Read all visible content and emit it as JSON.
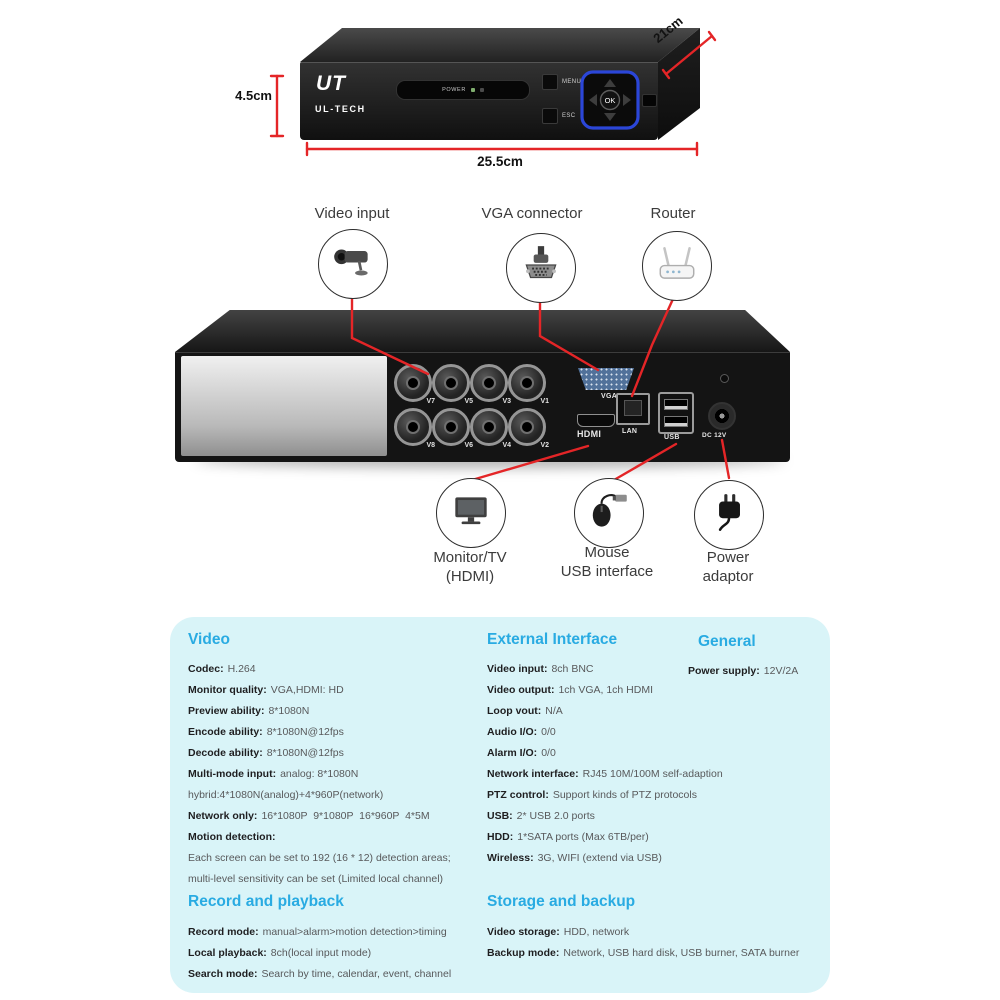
{
  "colors": {
    "accent_blue": "#29abe2",
    "annotation_red": "#e42527",
    "panel_background": "#d9f4f8"
  },
  "dimensions": {
    "depth": "21cm",
    "height": "4.5cm",
    "width": "25.5cm"
  },
  "front_view": {
    "logo": "UT",
    "brand": "UL-TECH",
    "power_label": "POWER",
    "menu_label": "MENU",
    "esc_label": "ESC",
    "ok_label": "OK"
  },
  "callouts": {
    "video_input": {
      "label": "Video input"
    },
    "vga": {
      "label": "VGA connector"
    },
    "router": {
      "label": "Router"
    },
    "monitor": {
      "line1": "Monitor/TV",
      "line2": "(HDMI)"
    },
    "mouse": {
      "line1": "Mouse",
      "line2": "USB interface"
    },
    "power": {
      "line1": "Power",
      "line2": "adaptor"
    }
  },
  "rear_view": {
    "ports": {
      "bnc": [
        "V7",
        "V5",
        "V3",
        "V1",
        "V8",
        "V6",
        "V4",
        "V2"
      ],
      "vga": "VGA",
      "hdmi": "HDMI",
      "lan": "LAN",
      "usb": "USB",
      "dc": "DC 12V"
    }
  },
  "specs": {
    "video": {
      "title": "Video",
      "rows": [
        {
          "label": "Codec:",
          "value": "H.264"
        },
        {
          "label": "Monitor quality:",
          "value": "VGA,HDMI: HD"
        },
        {
          "label": "Preview ability:",
          "value": "8*1080N"
        },
        {
          "label": "Encode ability:",
          "value": "8*1080N@12fps"
        },
        {
          "label": "Decode ability:",
          "value": "8*1080N@12fps"
        },
        {
          "label": "Multi-mode input:",
          "value": "analog: 8*1080N"
        },
        {
          "label": "",
          "value": "hybrid:4*1080N(analog)+4*960P(network)"
        },
        {
          "label": "Network only:",
          "value": "16*1080P  9*1080P  16*960P  4*5M"
        },
        {
          "label": "Motion detection:",
          "value": ""
        },
        {
          "label": "",
          "value": "Each screen can be set to 192 (16 * 12) detection areas;"
        },
        {
          "label": "",
          "value": "multi-level sensitivity can be set (Limited local channel)"
        }
      ]
    },
    "external": {
      "title": "External Interface",
      "rows": [
        {
          "label": "Video input:",
          "value": "8ch BNC"
        },
        {
          "label": "Video output:",
          "value": "1ch VGA, 1ch HDMI"
        },
        {
          "label": "Loop vout:",
          "value": "N/A"
        },
        {
          "label": "Audio I/O:",
          "value": "0/0"
        },
        {
          "label": "Alarm I/O:",
          "value": "0/0"
        },
        {
          "label": "Network interface:",
          "value": "RJ45 10M/100M self-adaption"
        },
        {
          "label": "PTZ control:",
          "value": "Support kinds of PTZ protocols"
        },
        {
          "label": "USB:",
          "value": "2* USB 2.0 ports"
        },
        {
          "label": "HDD:",
          "value": "1*SATA ports (Max 6TB/per)"
        },
        {
          "label": "Wireless:",
          "value": "3G, WIFI (extend via USB)"
        }
      ]
    },
    "general": {
      "title": "General",
      "rows": [
        {
          "label": "Power supply:",
          "value": "12V/2A"
        }
      ]
    },
    "record": {
      "title": "Record and playback",
      "rows": [
        {
          "label": "Record mode:",
          "value": "manual>alarm>motion detection>timing"
        },
        {
          "label": "Local playback:",
          "value": "8ch(local input mode)"
        },
        {
          "label": "Search mode:",
          "value": "Search by time, calendar, event, channel"
        }
      ]
    },
    "storage": {
      "title": "Storage and backup",
      "rows": [
        {
          "label": "Video storage:",
          "value": "HDD, network"
        },
        {
          "label": "Backup mode:",
          "value": "Network, USB hard disk, USB burner, SATA burner"
        }
      ]
    }
  }
}
